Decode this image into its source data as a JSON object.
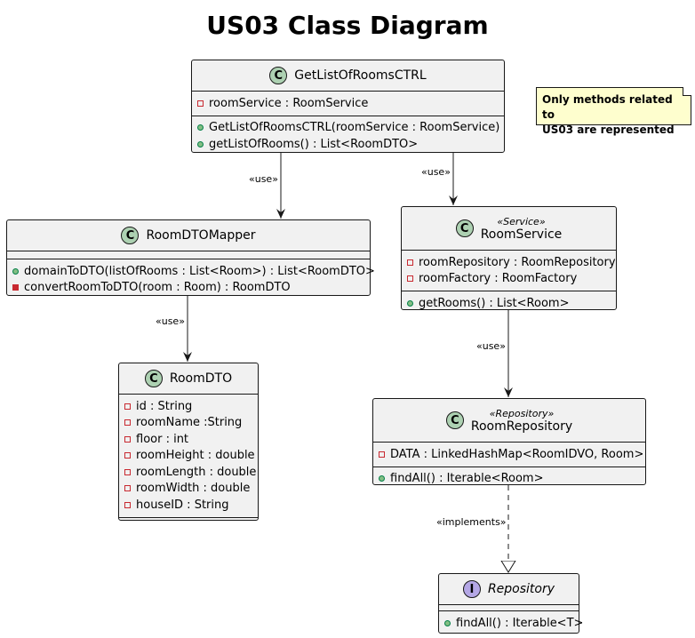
{
  "title": "US03 Class Diagram",
  "note": {
    "line1": "Only methods related to",
    "line2": "US03 are represented"
  },
  "classes": {
    "ctrl": {
      "icon": "C",
      "name": "GetListOfRoomsCTRL",
      "attrs": [
        "roomService : RoomService"
      ],
      "methods": [
        "GetListOfRoomsCTRL(roomService : RoomService)",
        "getListOfRooms() : List<RoomDTO>"
      ]
    },
    "mapper": {
      "icon": "C",
      "name": "RoomDTOMapper",
      "methods": [
        "domainToDTO(listOfRooms : List<Room>) : List<RoomDTO>",
        "convertRoomToDTO(room : Room) : RoomDTO"
      ]
    },
    "service": {
      "icon": "C",
      "stereotype": "«Service»",
      "name": "RoomService",
      "attrs": [
        "roomRepository : RoomRepository",
        "roomFactory : RoomFactory"
      ],
      "methods": [
        "getRooms() : List<Room>"
      ]
    },
    "dto": {
      "icon": "C",
      "name": "RoomDTO",
      "attrs": [
        "id : String",
        "roomName :String",
        "floor : int",
        "roomHeight : double",
        "roomLength : double",
        "roomWidth : double",
        "houseID : String"
      ]
    },
    "repo": {
      "icon": "C",
      "stereotype": "«Repository»",
      "name": "RoomRepository",
      "attrs": [
        "DATA : LinkedHashMap<RoomIDVO, Room>"
      ],
      "methods": [
        "findAll() : Iterable<Room>"
      ]
    },
    "iface": {
      "icon": "I",
      "name": "Repository",
      "methods": [
        "findAll() : Iterable<T>"
      ]
    }
  },
  "edges": {
    "ctrl_mapper": "«use»",
    "ctrl_service": "«use»",
    "mapper_dto": "«use»",
    "service_repo": "«use»",
    "repo_iface": "«implements»"
  },
  "colors": {
    "class_bg": "#f1f1f1",
    "class_icon": "#add1b2",
    "interface_icon": "#b4a7e5",
    "note_bg": "#fefece",
    "private": "#c82930",
    "public": "#84be84"
  }
}
